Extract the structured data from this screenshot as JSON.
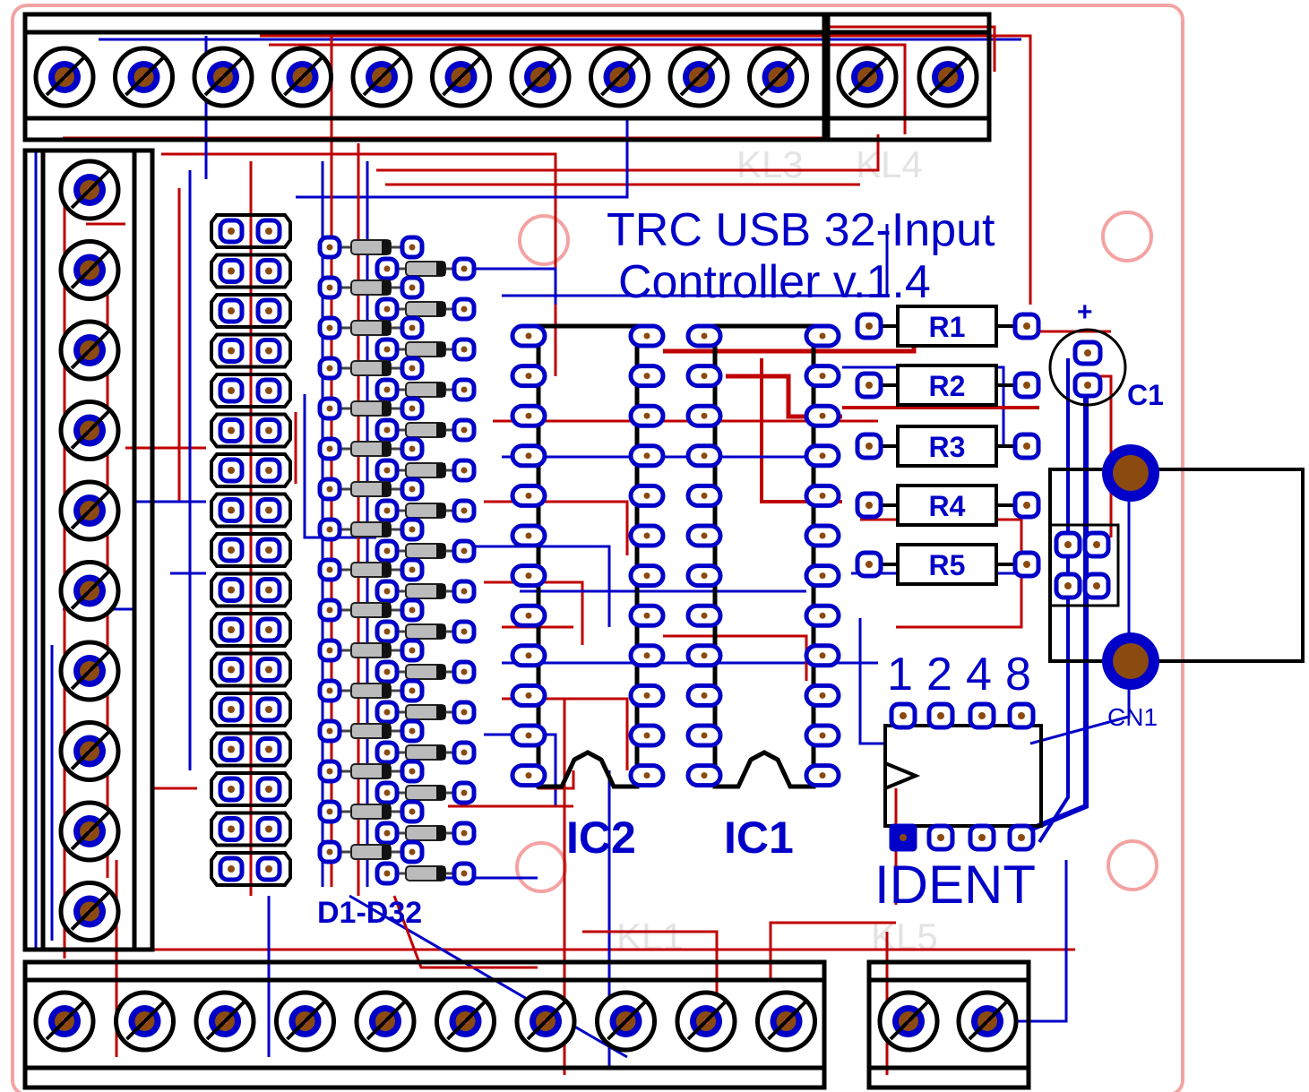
{
  "title": {
    "line1": "TRC USB 32-Input",
    "line2": "Controller v.1.4"
  },
  "labels": {
    "ic1": "IC1",
    "ic2": "IC2",
    "diodes": "D1-D32",
    "ident": "IDENT",
    "ident_bits": [
      "1",
      "2",
      "4",
      "8"
    ],
    "c1": "C1",
    "c1_plus": "+",
    "cn1": "CN1",
    "kl1": "KL1",
    "kl3": "KL3",
    "kl4": "KL4",
    "kl5": "KL5",
    "resistors": [
      "R1",
      "R2",
      "R3",
      "R4",
      "R5"
    ]
  },
  "colors": {
    "outline": "#f4a3a3",
    "silk": "#000000",
    "top_copper": "#c00000",
    "bottom_copper": "#0000c8",
    "pad": "#8b4a0f",
    "ghost_text": "#e3e3e3"
  },
  "counts": {
    "top_terminals": 10,
    "top_right_terminals": 2,
    "left_terminals": 10,
    "bottom_terminals": 10,
    "bottom_right_terminals": 2,
    "header_rows": 17,
    "diodes": 32,
    "ic_pins_per_side": 12
  }
}
